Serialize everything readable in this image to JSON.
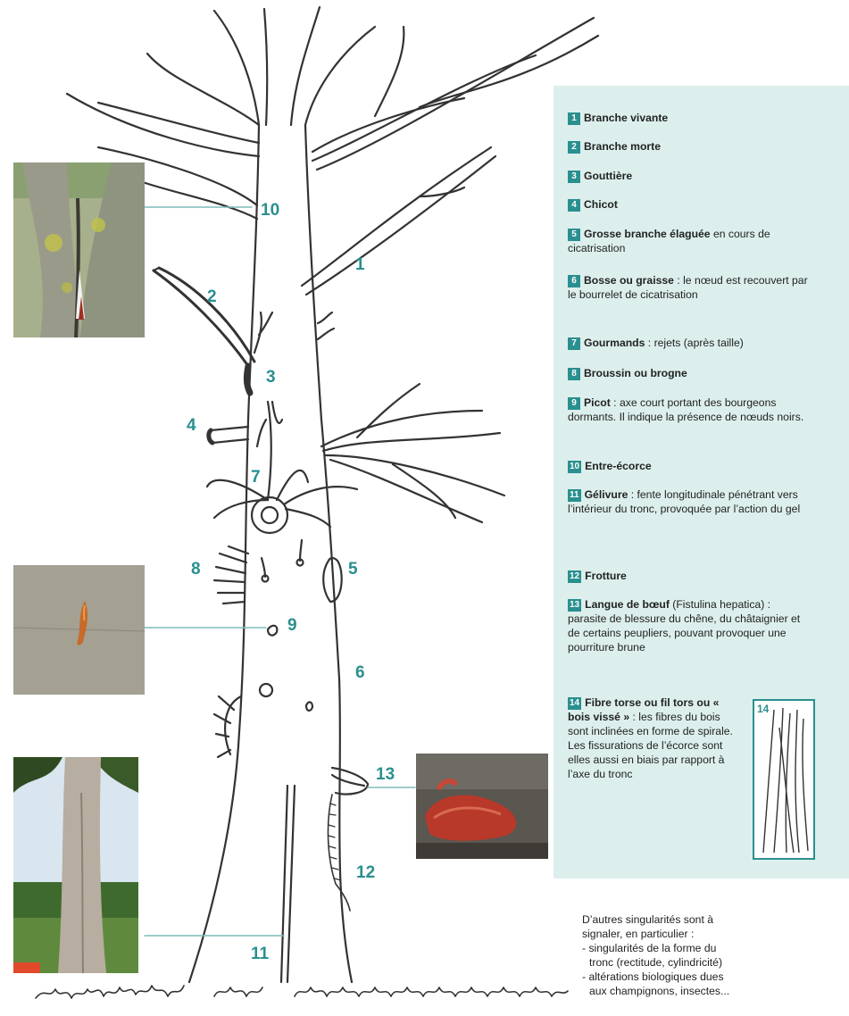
{
  "callout_numbers": {
    "n1": "1",
    "n2": "2",
    "n3": "3",
    "n4": "4",
    "n5": "5",
    "n6": "6",
    "n7": "7",
    "n8": "8",
    "n9": "9",
    "n10": "10",
    "n11": "11",
    "n12": "12",
    "n13": "13"
  },
  "legend": {
    "items": [
      {
        "num": "1",
        "term": "Branche vivante",
        "desc": ""
      },
      {
        "num": "2",
        "term": "Branche  morte",
        "desc": ""
      },
      {
        "num": "3",
        "term": "Gouttière",
        "desc": ""
      },
      {
        "num": "4",
        "term": "Chicot",
        "desc": ""
      },
      {
        "num": "5",
        "term": "Grosse branche élaguée",
        "desc": " en cours de cicatrisation"
      },
      {
        "num": "6",
        "term": "Bosse ou graisse",
        "desc": " : le nœud est recouvert par le bourrelet de cicatrisation"
      },
      {
        "num": "7",
        "term": "Gourmands",
        "desc": " : rejets (après taille)"
      },
      {
        "num": "8",
        "term": "Broussin ou brogne",
        "desc": ""
      },
      {
        "num": "9",
        "term": "Picot",
        "desc": " : axe court portant des bourgeons dormants. Il indique la présence de nœuds noirs."
      },
      {
        "num": "10",
        "term": "Entre-écorce",
        "desc": ""
      },
      {
        "num": "11",
        "term": "Gélivure",
        "desc": " : fente longitudinale pénétrant vers l’intérieur du tronc, provoquée par l’action du gel"
      },
      {
        "num": "12",
        "term": "Frotture",
        "desc": ""
      },
      {
        "num": "13",
        "term": "Langue de bœuf",
        "desc": " (Fistulina hepatica) : parasite de blessure du chêne, du châtaignier et de certains peupliers, pouvant provoquer une pourriture brune"
      },
      {
        "num": "14",
        "term": "Fibre torse ou fil tors ou « bois vissé »",
        "desc": " : les fibres du bois sont inclinées en forme de spirale. Les fissurations de l’écorce sont elles aussi en biais par rapport à l’axe du tronc"
      }
    ],
    "inset_label": "14"
  },
  "bottom_note": {
    "line1": "D’autres singularités sont à",
    "line2": "signaler, en particulier :",
    "line3": "- singularités de la forme du",
    "line4": "  tronc (rectitude, cylindricité)",
    "line5": "- altérations biologiques dues",
    "line6": "  aux champignons, insectes..."
  },
  "colors": {
    "accent": "#2a8f8f",
    "panel": "#dcefed",
    "ink": "#333333"
  }
}
